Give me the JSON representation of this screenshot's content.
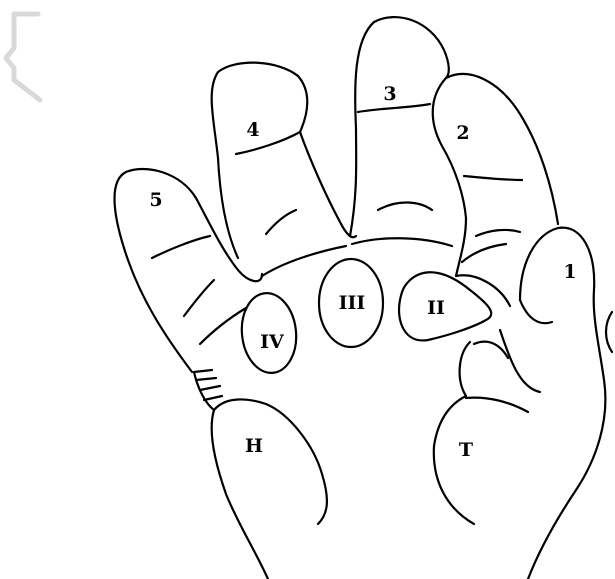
{
  "diagram": {
    "digit_labels": [
      "1",
      "2",
      "3",
      "4",
      "5"
    ],
    "interdigital_pad_labels": [
      "II",
      "III",
      "IV"
    ],
    "palmar_pad_labels": [
      "T",
      "H"
    ]
  },
  "colors": {
    "line": "#000000",
    "background": "#ffffff",
    "corner_mark": "#d9d9d9"
  }
}
